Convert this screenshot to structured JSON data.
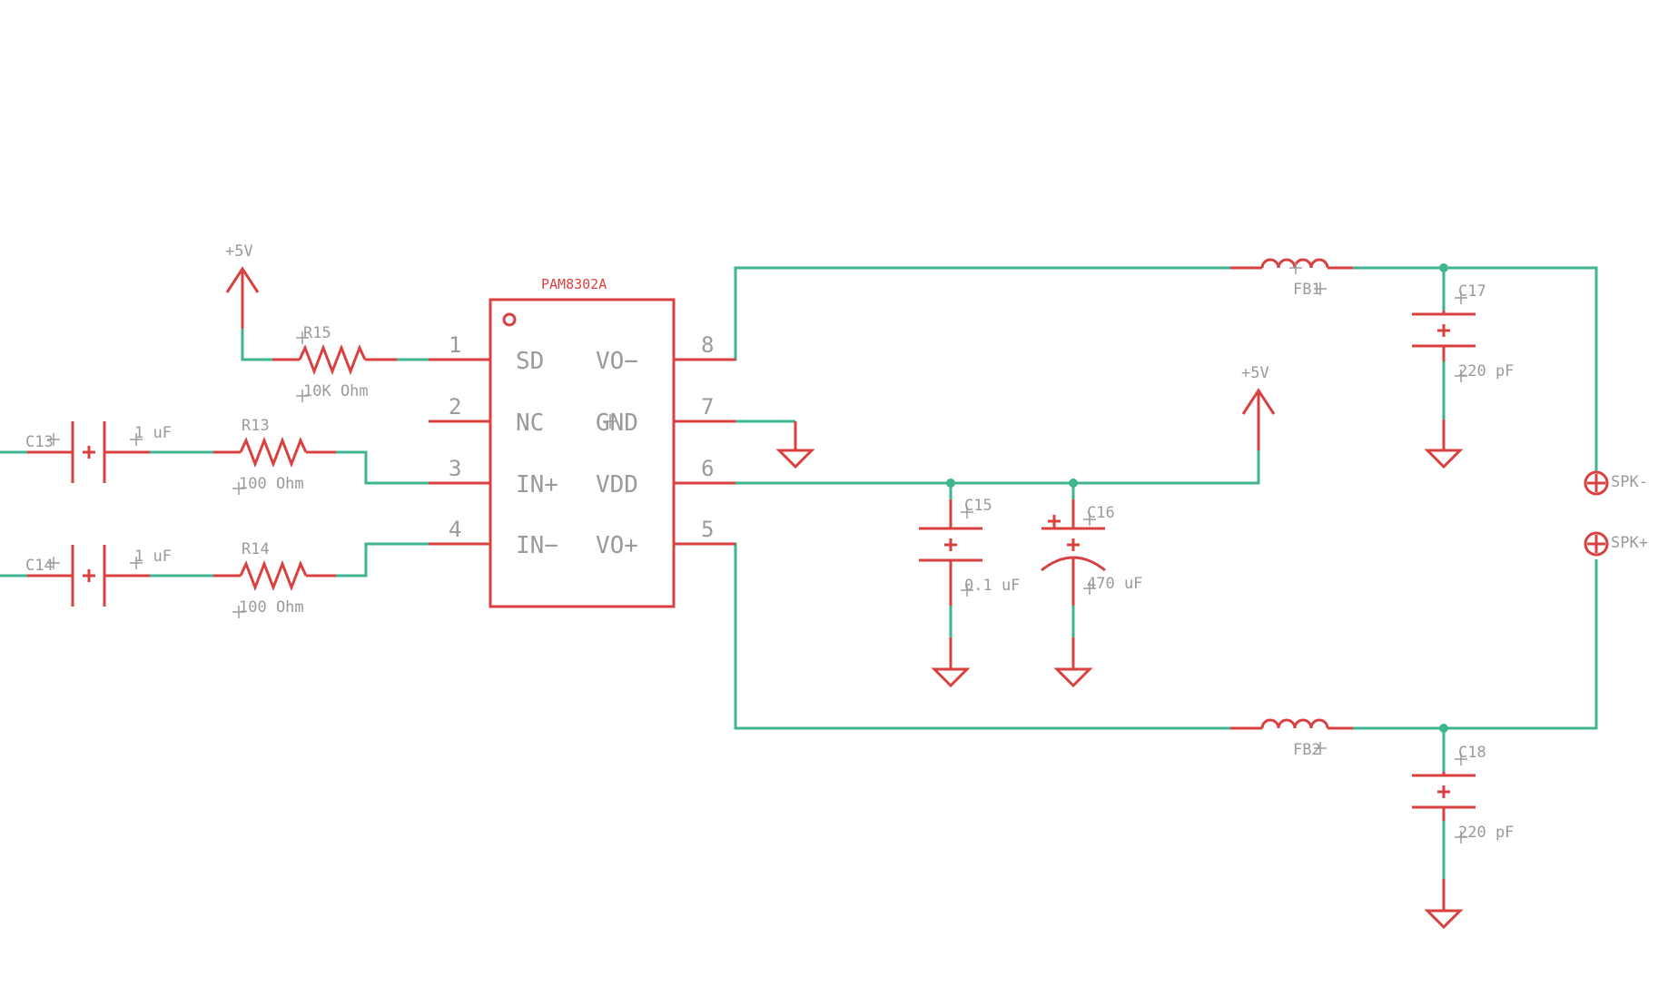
{
  "ic": {
    "name": "PAM8302A",
    "pins_left": [
      {
        "num": "1",
        "name": "SD"
      },
      {
        "num": "2",
        "name": "NC"
      },
      {
        "num": "3",
        "name": "IN+"
      },
      {
        "num": "4",
        "name": "IN−"
      }
    ],
    "pins_right": [
      {
        "num": "8",
        "name": "VO−"
      },
      {
        "num": "7",
        "name": "GND"
      },
      {
        "num": "6",
        "name": "VDD"
      },
      {
        "num": "5",
        "name": "VO+"
      }
    ]
  },
  "power": {
    "top_left": "+5V",
    "mid": "+5V"
  },
  "components": {
    "r15": {
      "ref": "R15",
      "value": "10K Ohm"
    },
    "r13": {
      "ref": "R13",
      "value": "100 Ohm"
    },
    "r14": {
      "ref": "R14",
      "value": "100 Ohm"
    },
    "c13": {
      "ref": "C13",
      "value": "1 uF"
    },
    "c14": {
      "ref": "C14",
      "value": "1 uF"
    },
    "c15": {
      "ref": "C15",
      "value": "0.1 uF"
    },
    "c16": {
      "ref": "C16",
      "value": "470 uF"
    },
    "c17": {
      "ref": "C17",
      "value": "220 pF"
    },
    "c18": {
      "ref": "C18",
      "value": "220 pF"
    },
    "fb1": {
      "ref": "FB1"
    },
    "fb2": {
      "ref": "FB2"
    },
    "spk_minus": {
      "ref": "SPK-"
    },
    "spk_plus": {
      "ref": "SPK+"
    }
  },
  "colors": {
    "wire": "#3fb58f",
    "part": "#d94040",
    "label": "#9a9a9a"
  }
}
